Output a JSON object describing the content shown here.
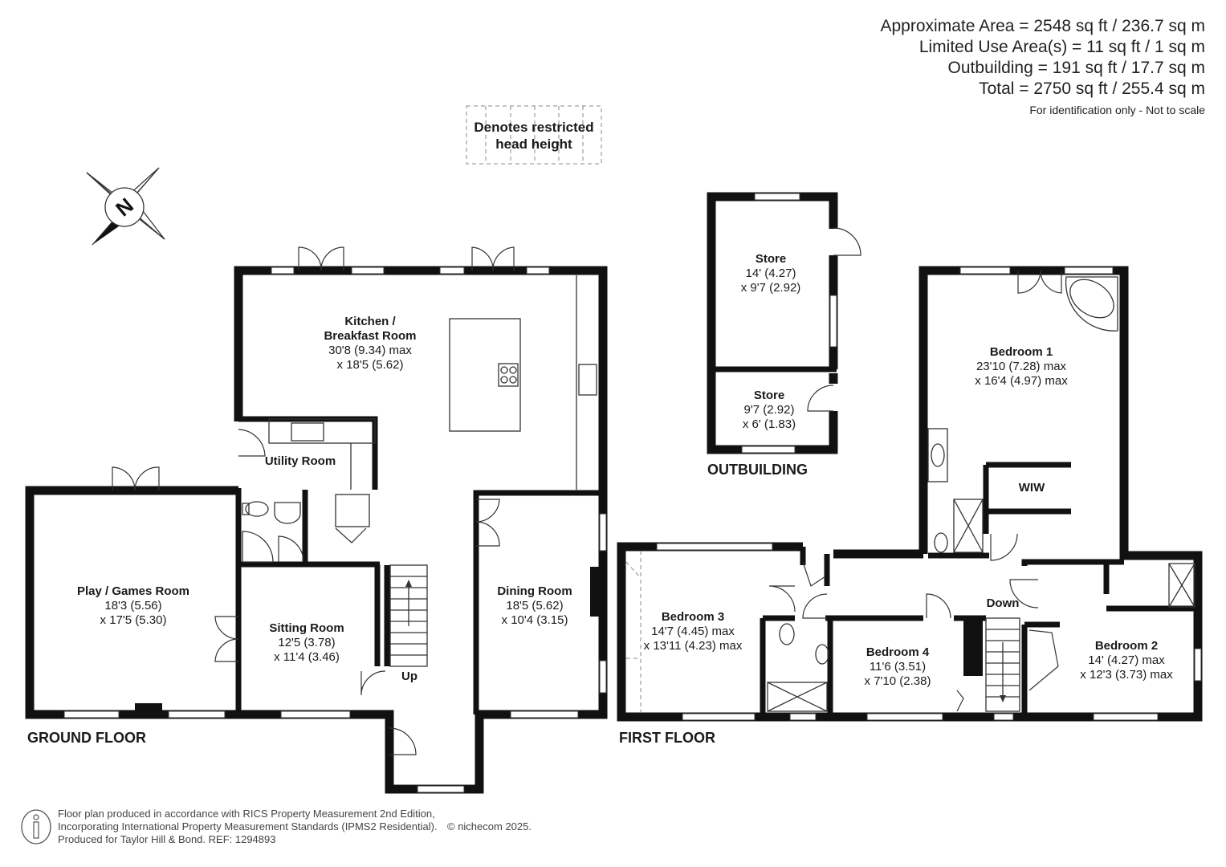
{
  "areas": {
    "approximate": "Approximate Area = 2548 sq ft / 236.7 sq m",
    "limited": "Limited Use Area(s) = 11 sq ft / 1 sq m",
    "outbuilding": "Outbuilding = 191 sq ft / 17.7 sq m",
    "total": "Total = 2750 sq ft / 255.4 sq m",
    "note": "For identification only - Not to scale"
  },
  "restricted_key": {
    "line1": "Denotes restricted",
    "line2": "head height"
  },
  "compass": {
    "letter": "N",
    "icon": "compass-icon"
  },
  "floors": {
    "ground": "GROUND FLOOR",
    "first": "FIRST FLOOR",
    "outbuilding": "OUTBUILDING"
  },
  "rooms": {
    "kitchen": {
      "name1": "Kitchen /",
      "name2": "Breakfast Room",
      "dim1": "30'8 (9.34) max",
      "dim2": "x 18'5 (5.62)"
    },
    "utility": {
      "name": "Utility Room"
    },
    "play": {
      "name": "Play / Games Room",
      "dim1": "18'3 (5.56)",
      "dim2": "x 17'5 (5.30)"
    },
    "sitting": {
      "name": "Sitting Room",
      "dim1": "12'5 (3.78)",
      "dim2": "x 11'4 (3.46)"
    },
    "dining": {
      "name": "Dining Room",
      "dim1": "18'5 (5.62)",
      "dim2": "x 10'4 (3.15)"
    },
    "store1": {
      "name": "Store",
      "dim1": "14' (4.27)",
      "dim2": "x 9'7 (2.92)"
    },
    "store2": {
      "name": "Store",
      "dim1": "9'7 (2.92)",
      "dim2": "x 6' (1.83)"
    },
    "bedroom1": {
      "name": "Bedroom 1",
      "dim1": "23'10 (7.28) max",
      "dim2": "x 16'4 (4.97) max"
    },
    "wiw": {
      "name": "WIW"
    },
    "bedroom3": {
      "name": "Bedroom 3",
      "dim1": "14'7 (4.45) max",
      "dim2": "x 13'11 (4.23) max"
    },
    "bedroom4": {
      "name": "Bedroom 4",
      "dim1": "11'6 (3.51)",
      "dim2": "x 7'10 (2.38)"
    },
    "bedroom2": {
      "name": "Bedroom 2",
      "dim1": "14' (4.27) max",
      "dim2": "x 12'3 (3.73) max"
    }
  },
  "stairs": {
    "up": "Up",
    "down": "Down"
  },
  "footer": {
    "line1": "Floor plan produced in accordance with RICS Property Measurement 2nd Edition,",
    "line2": "Incorporating International Property Measurement Standards (IPMS2 Residential).",
    "line3": "Produced for Taylor Hill & Bond.   REF:  1294893",
    "copyright": "© nichecom 2025."
  },
  "colors": {
    "wall": "#111111",
    "line": "#333333",
    "window": "#ffffff"
  }
}
